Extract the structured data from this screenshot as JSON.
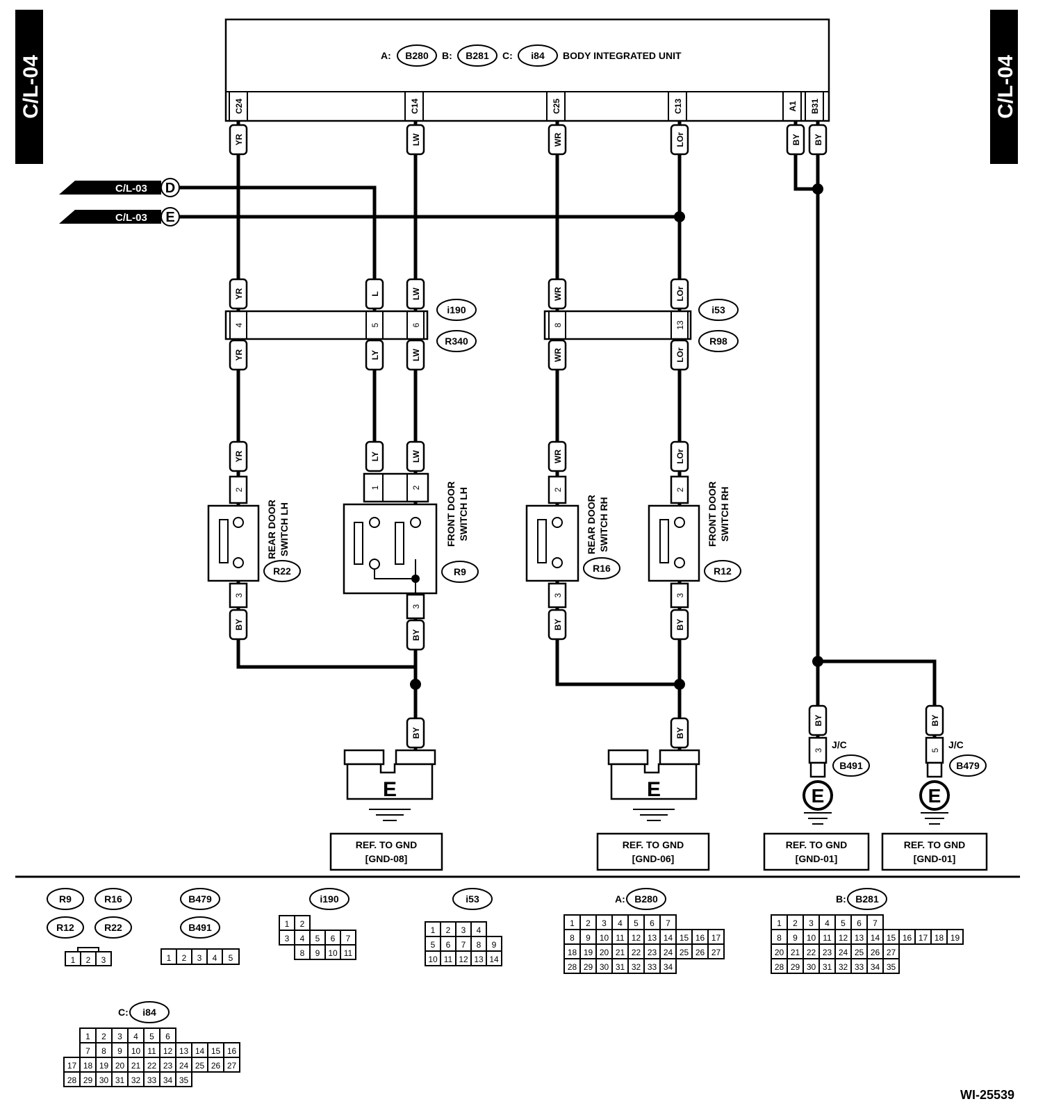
{
  "side_tabs": {
    "left": "C/L-04",
    "right": "C/L-04"
  },
  "unit": {
    "title": "BODY INTEGRATED UNIT",
    "prefixes": [
      "A:",
      "B:",
      "C:"
    ],
    "connectors": [
      "B280",
      "B281",
      "i84"
    ],
    "pins": [
      "C24",
      "C14",
      "C25",
      "C13",
      "A1",
      "B31"
    ]
  },
  "wire_colors": {
    "yr": "YR",
    "lw": "LW",
    "wr": "WR",
    "lor": "LOr",
    "by": "BY",
    "l": "L",
    "ly": "LY"
  },
  "refs": {
    "d_text": "C/L-03",
    "d_letter": "D",
    "e_text": "C/L-03",
    "e_letter": "E"
  },
  "joint": {
    "left_connectors": [
      "i190",
      "R340"
    ],
    "right_connectors": [
      "i53",
      "R98"
    ],
    "left_pins": [
      "4",
      "5",
      "6"
    ],
    "right_pins": [
      "8",
      "13"
    ]
  },
  "switches": {
    "rear_lh": {
      "line1": "REAR DOOR",
      "line2": "SWITCH LH",
      "connector": "R22",
      "pin_top": "2",
      "pin_bottom": "3"
    },
    "front_lh": {
      "line1": "FRONT DOOR",
      "line2": "SWITCH LH",
      "connector": "R9",
      "pin_top_1": "1",
      "pin_top_2": "2",
      "pin_bottom": "3"
    },
    "rear_rh": {
      "line1": "REAR DOOR",
      "line2": "SWITCH RH",
      "connector": "R16",
      "pin_top": "2",
      "pin_bottom": "3"
    },
    "front_rh": {
      "line1": "FRONT DOOR",
      "line2": "SWITCH RH",
      "connector": "R12",
      "pin_top": "2",
      "pin_bottom": "3"
    }
  },
  "grounds": {
    "letter": "E",
    "jc_label": "J/C",
    "jc1": {
      "pin": "3",
      "connector": "B491"
    },
    "jc2": {
      "pin": "5",
      "connector": "B479"
    },
    "ref1": {
      "line1": "REF. TO GND",
      "line2": "[GND-08]"
    },
    "ref2": {
      "line1": "REF. TO GND",
      "line2": "[GND-06]"
    },
    "ref3": {
      "line1": "REF. TO GND",
      "line2": "[GND-01]"
    },
    "ref4": {
      "line1": "REF. TO GND",
      "line2": "[GND-01]"
    }
  },
  "connector_views": {
    "sw": {
      "names": [
        "R9",
        "R16",
        "R12",
        "R22"
      ],
      "pins": [
        "1",
        "2",
        "3"
      ]
    },
    "jc": {
      "names": [
        "B479",
        "B491"
      ],
      "pins": [
        "1",
        "2",
        "3",
        "4",
        "5"
      ]
    },
    "i190": {
      "name": "i190",
      "rows": [
        [
          "1",
          "2"
        ],
        [
          "3",
          "4",
          "5",
          "6",
          "7"
        ],
        [
          "8",
          "9",
          "10",
          "11"
        ]
      ]
    },
    "i53": {
      "name": "i53",
      "rows": [
        [
          "1",
          "2",
          "3",
          "4"
        ],
        [
          "5",
          "6",
          "7",
          "8",
          "9"
        ],
        [
          "10",
          "11",
          "12",
          "13",
          "14"
        ]
      ]
    },
    "b280": {
      "prefix": "A:",
      "name": "B280",
      "rows": [
        [
          "1",
          "2",
          "3",
          "4",
          "5",
          "6",
          "7"
        ],
        [
          "8",
          "9",
          "10",
          "11",
          "12",
          "13",
          "14",
          "15",
          "16",
          "17"
        ],
        [
          "18",
          "19",
          "20",
          "21",
          "22",
          "23",
          "24",
          "25",
          "26",
          "27"
        ],
        [
          "28",
          "29",
          "30",
          "31",
          "32",
          "33",
          "34"
        ]
      ]
    },
    "b281": {
      "prefix": "B:",
      "name": "B281",
      "rows": [
        [
          "1",
          "2",
          "3",
          "4",
          "5",
          "6",
          "7"
        ],
        [
          "8",
          "9",
          "10",
          "11",
          "12",
          "13",
          "14",
          "15",
          "16",
          "17",
          "18",
          "19"
        ],
        [
          "20",
          "21",
          "22",
          "23",
          "24",
          "25",
          "26",
          "27"
        ],
        [
          "28",
          "29",
          "30",
          "31",
          "32",
          "33",
          "34",
          "35"
        ]
      ]
    },
    "i84": {
      "prefix": "C:",
      "name": "i84",
      "rows": [
        [
          "1",
          "2",
          "3",
          "4",
          "5",
          "6"
        ],
        [
          "7",
          "8",
          "9",
          "10",
          "11",
          "12",
          "13",
          "14",
          "15",
          "16"
        ],
        [
          "17",
          "18",
          "19",
          "20",
          "21",
          "22",
          "23",
          "24",
          "25",
          "26",
          "27"
        ],
        [
          "28",
          "29",
          "30",
          "31",
          "32",
          "33",
          "34",
          "35"
        ]
      ]
    }
  },
  "figure_id": "WI-25539"
}
